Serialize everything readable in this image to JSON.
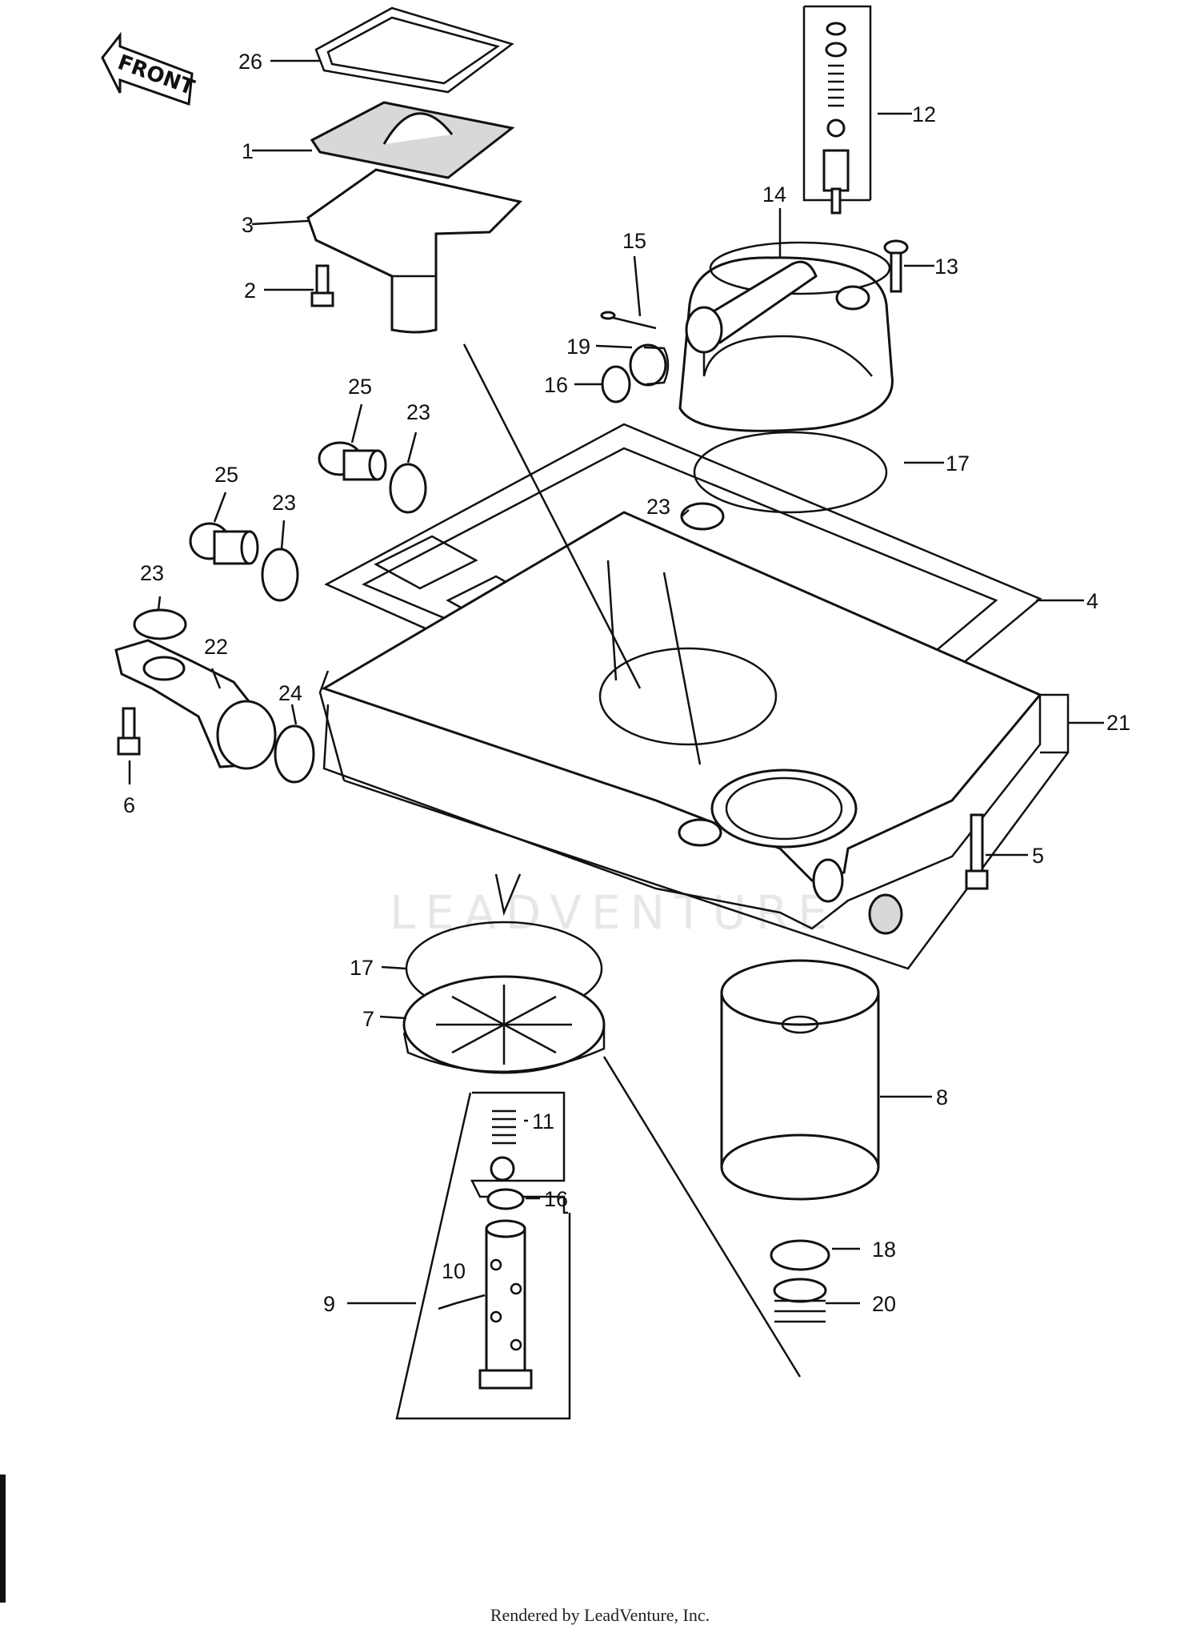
{
  "front_label": "FRONT",
  "watermark": "LEADVENTURE",
  "footer": "Rendered by LeadVenture, Inc.",
  "callouts": {
    "c1": "1",
    "c2": "2",
    "c3": "3",
    "c4": "4",
    "c5": "5",
    "c6": "6",
    "c7": "7",
    "c8": "8",
    "c9": "9",
    "c10": "10",
    "c11": "11",
    "c12": "12",
    "c13": "13",
    "c14": "14",
    "c15": "15",
    "c16a": "16",
    "c16b": "16",
    "c17a": "17",
    "c17b": "17",
    "c18": "18",
    "c19": "19",
    "c20": "20",
    "c21": "21",
    "c22": "22",
    "c23a": "23",
    "c23b": "23",
    "c23c": "23",
    "c23d": "23",
    "c24": "24",
    "c25a": "25",
    "c25b": "25",
    "c26": "26"
  }
}
